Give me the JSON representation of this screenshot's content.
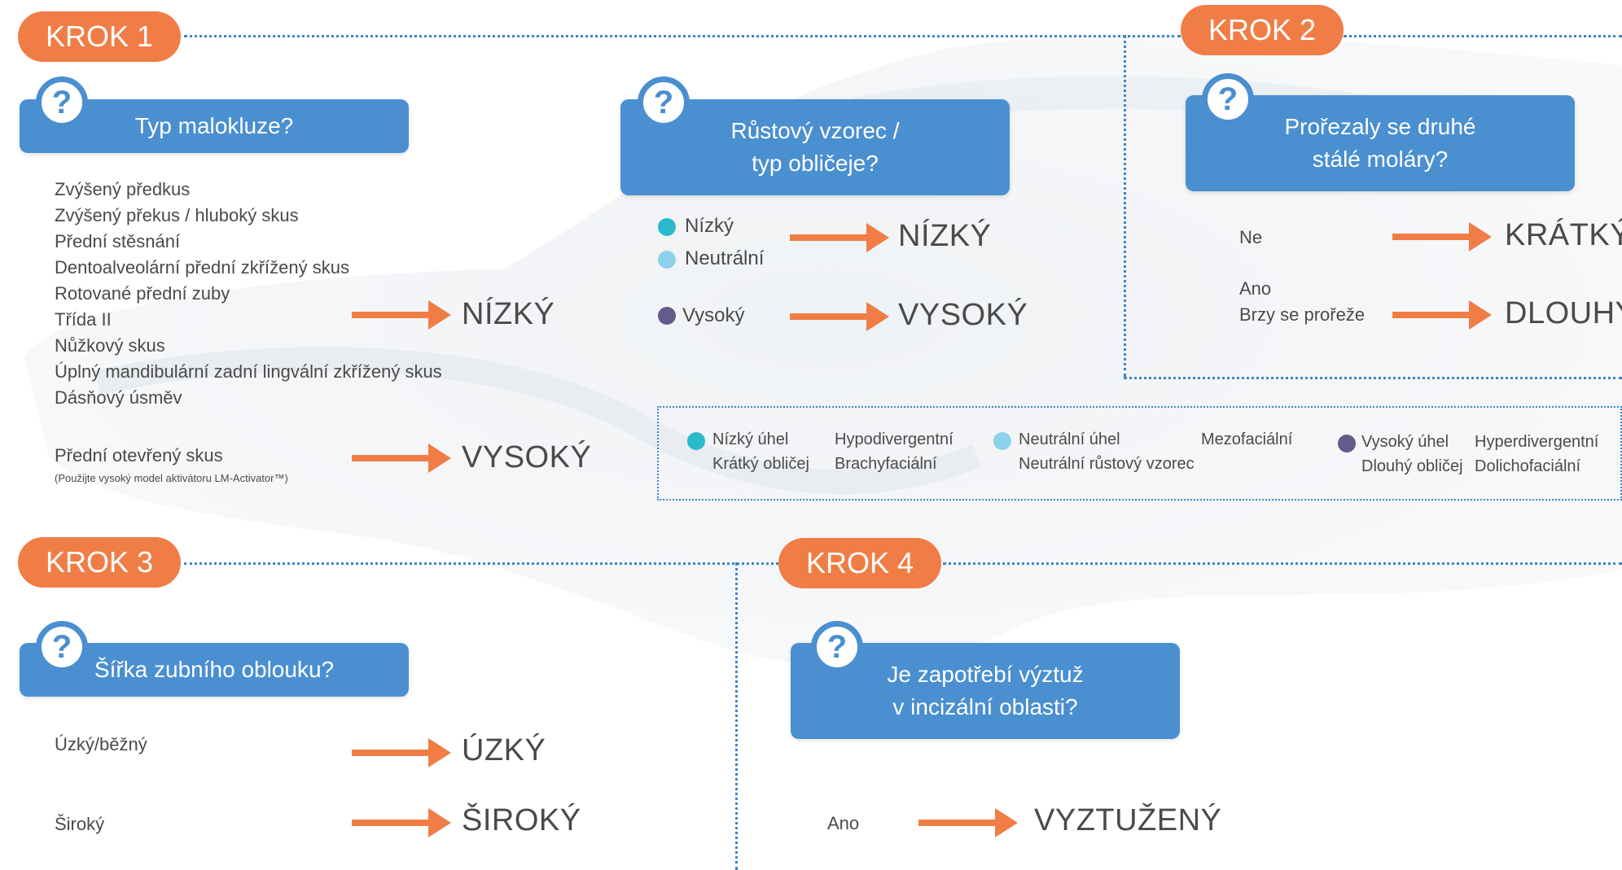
{
  "steps": [
    "KROK 1",
    "KROK 2",
    "KROK 3",
    "KROK 4"
  ],
  "colors": {
    "low": "#2bb9cc",
    "neutral": "#8ed1ec",
    "high": "#635b8c",
    "accent": "#f07d45",
    "box": "#4a8fd0"
  },
  "q1": {
    "question": "Typ malokluze?",
    "items_low": [
      "Zvýšený předkus",
      "Zvýšený překus / hluboký skus",
      "Přední stěsnání",
      "Dentoalveolární přední zkřížený skus",
      "Rotované přední zuby",
      "Třída II",
      "Nůžkový skus",
      "Úplný mandibulární zadní lingvální zkřížený skus",
      "Dásňový úsměv"
    ],
    "result_low": "NÍZKÝ",
    "item_high": "Přední otevřený skus",
    "note_high": "(Použijte vysoký model aktivátoru LM-Activator™)",
    "result_high": "VYSOKÝ"
  },
  "q2": {
    "question": "Růstový vzorec /\ntyp obličeje?",
    "opt_low": "Nízký",
    "opt_neutral": "Neutrální",
    "result_low": "NÍZKÝ",
    "opt_high": "Vysoký",
    "result_high": "VYSOKÝ"
  },
  "q3": {
    "question": "Prořezaly se druhé\nstálé moláry?",
    "opt_no": "Ne",
    "result_no": "KRÁTKÝ",
    "opt_yes": "Ano",
    "opt_yes_sub": "Brzy se prořeže",
    "result_yes": "DLOUHÝ"
  },
  "legend": {
    "low_angle": "Nízký úhel",
    "low_face": "Krátký obličej",
    "low_div": "Hypodivergentní",
    "low_type": "Brachyfaciální",
    "neutral_angle": "Neutrální úhel",
    "neutral_pattern": "Neutrální růstový vzorec",
    "neutral_type": "Mezofaciální",
    "high_angle": "Vysoký úhel",
    "high_face": "Dlouhý obličej",
    "high_div": "Hyperdivergentní",
    "high_type": "Dolichofaciální"
  },
  "q4": {
    "question": "Šířka zubního oblouku?",
    "opt_narrow": "Úzký/běžný",
    "result_narrow": "ÚZKÝ",
    "opt_wide": "Široký",
    "result_wide": "ŠIROKÝ"
  },
  "q5": {
    "question": "Je zapotřebí výztuž\nv incizální oblasti?",
    "opt_yes": "Ano",
    "result_yes": "VYZTUŽENÝ"
  },
  "icons": {
    "question": "question-mark-icon",
    "arrow": "arrow-right-icon"
  },
  "question_symbol": "?"
}
